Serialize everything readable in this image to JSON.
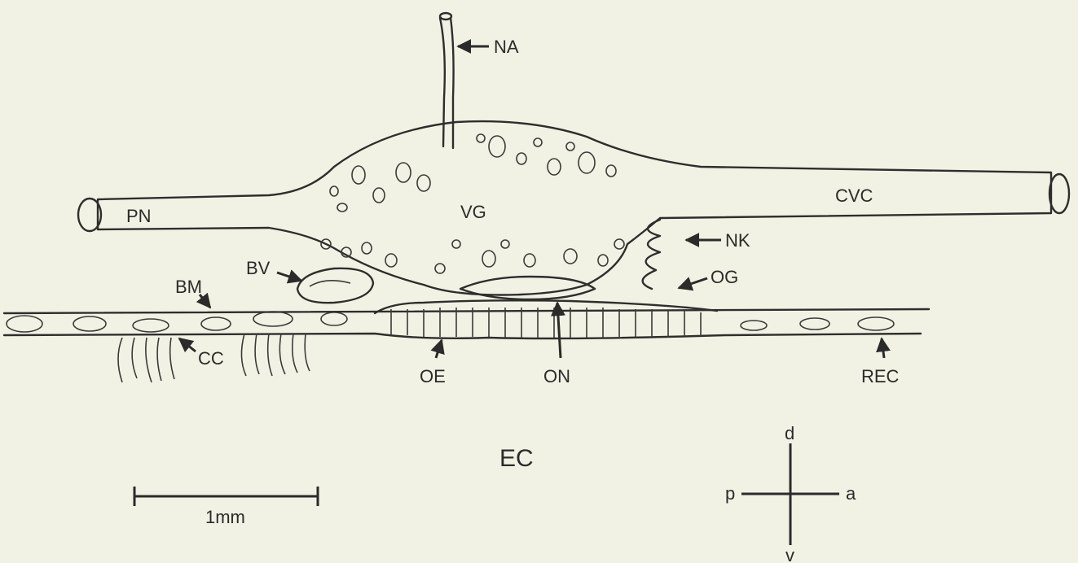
{
  "figure": {
    "labels": {
      "na": "NA",
      "pn": "PN",
      "vg": "VG",
      "cvc": "CVC",
      "nk": "NK",
      "bm": "BM",
      "bv": "BV",
      "og": "OG",
      "cc": "CC",
      "oe": "OE",
      "on": "ON",
      "rec": "REC",
      "ec": "EC"
    },
    "scale_bar": {
      "label": "1mm"
    },
    "orientation": {
      "dorsal": "d",
      "ventral": "v",
      "posterior": "p",
      "anterior": "a"
    }
  }
}
